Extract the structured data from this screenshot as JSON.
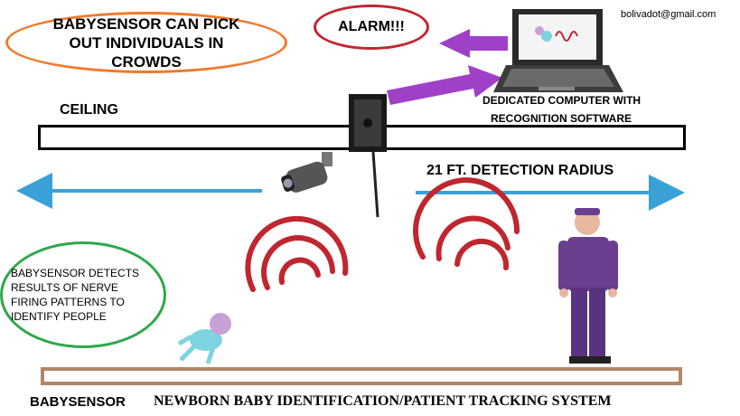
{
  "callouts": {
    "crowds": "BABYSENSOR CAN PICK OUT INDIVIDUALS IN CROWDS",
    "alarm": "ALARM!!!",
    "detects": "BABYSENSOR DETECTS RESULTS OF NERVE FIRING PATTERNS TO IDENTIFY PEOPLE"
  },
  "email": "bolivadot@gmail.com",
  "computer_label_line1": "DEDICATED COMPUTER WITH",
  "computer_label_line2": "RECOGNITION SOFTWARE",
  "ceiling_label": "CEILING",
  "radius_label": "21 FT. DETECTION RADIUS",
  "footer": {
    "brand": "BABYSENSOR",
    "title": "NEWBORN BABY IDENTIFICATION/PATIENT TRACKING SYSTEM"
  },
  "colors": {
    "orange": "#f07a2a",
    "red": "#c0262f",
    "green": "#2fa84a",
    "purple": "#a040c8",
    "blue": "#3aa0d8",
    "floor": "#b08868",
    "person": "#6a3f8f"
  }
}
